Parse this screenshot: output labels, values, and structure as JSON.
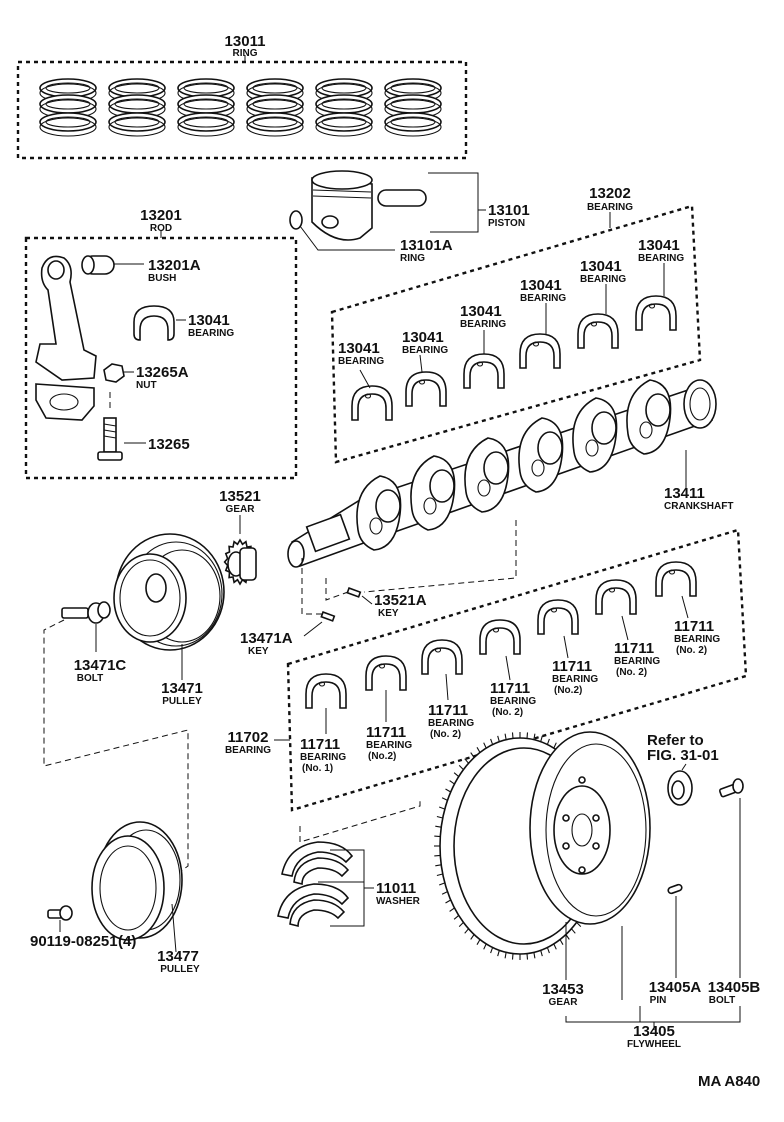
{
  "labels": {
    "ring_set": {
      "number": "13011",
      "name": "RING"
    },
    "piston": {
      "number": "13101",
      "name": "PISTON"
    },
    "piston_ring": {
      "number": "13101A",
      "name": "RING"
    },
    "rod": {
      "number": "13201",
      "name": "ROD"
    },
    "bush": {
      "number": "13201A",
      "name": "BUSH"
    },
    "rod_bearing": {
      "number": "13041",
      "name": "BEARING"
    },
    "nut": {
      "number": "13265A",
      "name": "NUT"
    },
    "rod_bolt": {
      "number": "13265"
    },
    "bearing_set": {
      "number": "13202",
      "name": "BEARING"
    },
    "bearings_upper": [
      {
        "number": "13041",
        "name": "BEARING"
      },
      {
        "number": "13041",
        "name": "BEARING"
      },
      {
        "number": "13041",
        "name": "BEARING"
      },
      {
        "number": "13041",
        "name": "BEARING"
      },
      {
        "number": "13041",
        "name": "BEARING"
      },
      {
        "number": "13041",
        "name": "BEARING"
      }
    ],
    "crankshaft": {
      "number": "13411",
      "name": "CRANKSHAFT"
    },
    "gear": {
      "number": "13521",
      "name": "GEAR"
    },
    "key1": {
      "number": "13521A",
      "name": "KEY"
    },
    "key2": {
      "number": "13471A",
      "name": "KEY"
    },
    "bolt": {
      "number": "13471C",
      "name": "BOLT"
    },
    "pulley": {
      "number": "13471",
      "name": "PULLEY"
    },
    "main_bearing_set": {
      "number": "11702",
      "name": "BEARING"
    },
    "main_bearings": [
      {
        "number": "11711",
        "name": "BEARING",
        "sub": "(No. 1)"
      },
      {
        "number": "11711",
        "name": "BEARING",
        "sub": "(No.2)"
      },
      {
        "number": "11711",
        "name": "BEARING",
        "sub": "(No. 2)"
      },
      {
        "number": "11711",
        "name": "BEARING",
        "sub": "(No. 2)"
      },
      {
        "number": "11711",
        "name": "BEARING",
        "sub": "(No.2)"
      },
      {
        "number": "11711",
        "name": "BEARING",
        "sub": "(No. 2)"
      },
      {
        "number": "11711",
        "name": "BEARING",
        "sub": "(No. 2)"
      }
    ],
    "refer": {
      "line1": "Refer to",
      "line2": "FIG. 31-01"
    },
    "washer": {
      "number": "11011",
      "name": "WASHER"
    },
    "small_bolt": {
      "number": "90119-08251",
      "qty": "(4)"
    },
    "pulley2": {
      "number": "13477",
      "name": "PULLEY"
    },
    "ring_gear": {
      "number": "13453",
      "name": "GEAR"
    },
    "pin": {
      "number": "13405A",
      "name": "PIN"
    },
    "fw_bolt": {
      "number": "13405B",
      "name": "BOLT"
    },
    "flywheel": {
      "number": "13405",
      "name": "FLYWHEEL"
    },
    "code": "MA A840"
  }
}
